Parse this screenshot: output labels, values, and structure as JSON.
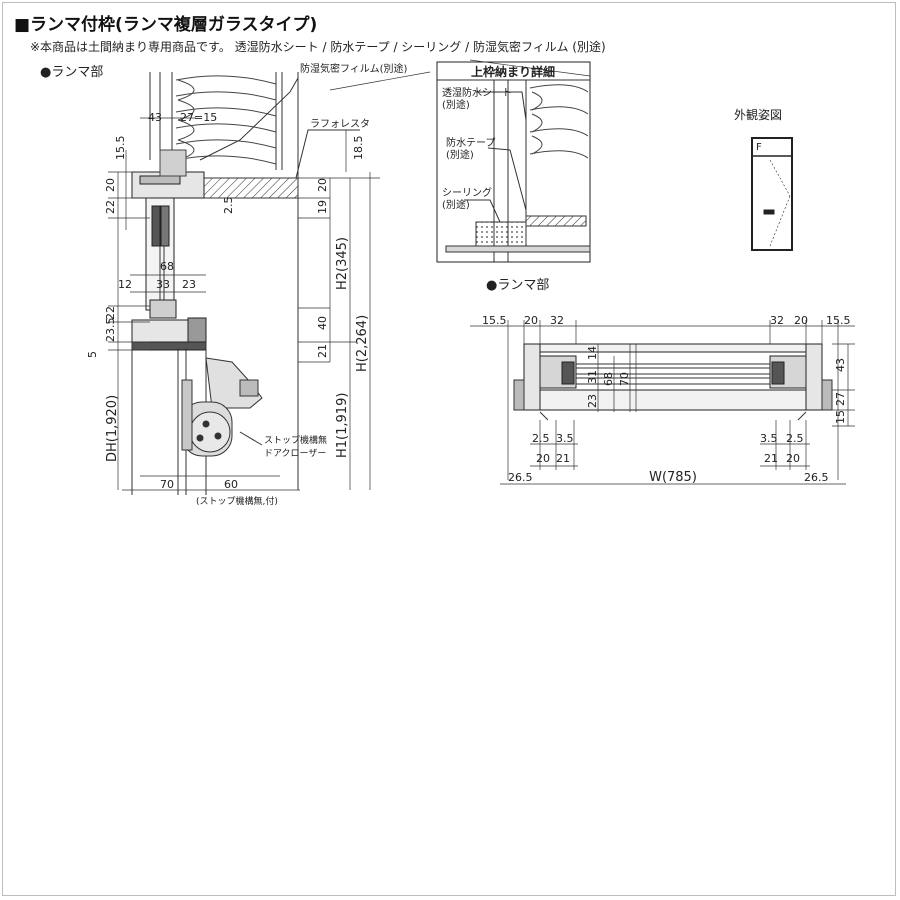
{
  "title": "■ランマ付枠(ランマ複層ガラスタイプ)",
  "note": "※本商品は土間納まり専用商品です。 透湿防水シート / 防水テープ / シーリング / 防湿気密フィルム (別途)",
  "section_left": {
    "heading": "●ランマ部",
    "labels": {
      "film": "防湿気密フィルム(別途)",
      "lath": "ラフォレスタ",
      "stop": "ストップ機構無",
      "closer": "ドアクローザー",
      "stop_bottom": "(ストップ機構無,付)"
    },
    "dims": {
      "d43": "43",
      "d27_15": "27=15",
      "d15_5": "15.5",
      "d18_5": "18.5",
      "d20a": "20",
      "d22a": "22",
      "d20b": "20",
      "d19": "19",
      "d2_5": "2.5",
      "d68": "68",
      "d12": "12",
      "d33": "33",
      "d23": "23",
      "d22b": "22",
      "d23_5": "23.5",
      "d5": "5",
      "d40": "40",
      "d21": "21",
      "h2": "H2(345)",
      "h": "H(2,264)",
      "h1": "H1(1,919)",
      "dh": "DH(1,920)",
      "d70": "70",
      "d60": "60"
    }
  },
  "detail_box": {
    "title": "上枠納まり詳細",
    "sheet": "透湿防水シート",
    "sheet_sub": "(別途)",
    "tape": "防水テープ",
    "tape_sub": "(別途)",
    "seal": "シーリング",
    "seal_sub": "(別途)"
  },
  "appearance": {
    "label": "外観姿図",
    "mark": "F"
  },
  "section_right": {
    "heading": "●ランマ部",
    "dims": {
      "t15_5a": "15.5",
      "t20a": "20",
      "t32a": "32",
      "t32b": "32",
      "t20b": "20",
      "t15_5b": "15.5",
      "v14": "14",
      "v31": "31",
      "v68": "68",
      "v70": "70",
      "v23": "23",
      "r43": "43",
      "r27": "27",
      "r15": "15",
      "b2_5a": "2.5",
      "b3_5a": "3.5",
      "b20a": "20",
      "b21a": "21",
      "b3_5b": "3.5",
      "b2_5b": "2.5",
      "b21b": "21",
      "b20b": "20",
      "w26_5a": "26.5",
      "w": "W(785)",
      "w26_5b": "26.5"
    }
  }
}
